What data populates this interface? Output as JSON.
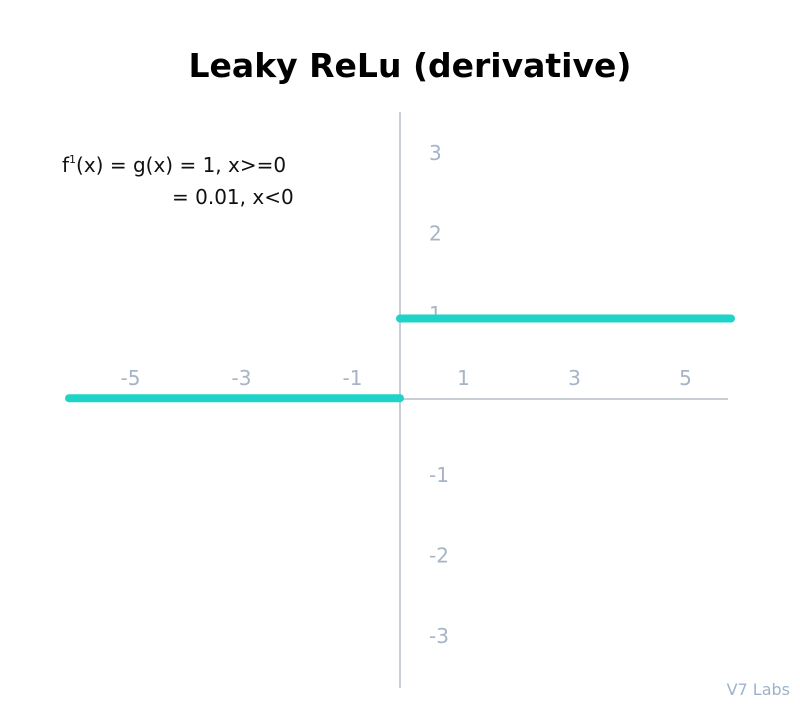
{
  "title": "Leaky ReLu (derivative)",
  "formula": {
    "f": "f",
    "sup": "1",
    "line1_rest": "(x) = g(x) = 1, x>=0",
    "line2": "= 0.01, x<0"
  },
  "watermark": "V7 Labs",
  "colors": {
    "line": "#1ed3c8",
    "axis": "#c9ced6",
    "tick": "#a6b4c6"
  },
  "chart_data": {
    "type": "line",
    "title": "Leaky ReLu (derivative)",
    "xlim": [
      -6,
      6
    ],
    "ylim": [
      -3.6,
      3.6
    ],
    "x_ticks": [
      -5,
      -3,
      -1,
      1,
      3,
      5
    ],
    "y_ticks": [
      3,
      2,
      1,
      -1,
      -2,
      -3
    ],
    "series": [
      {
        "x": [
          -6,
          0
        ],
        "y": [
          0.01,
          0.01
        ]
      },
      {
        "x": [
          0,
          6
        ],
        "y": [
          1,
          1
        ]
      }
    ]
  }
}
